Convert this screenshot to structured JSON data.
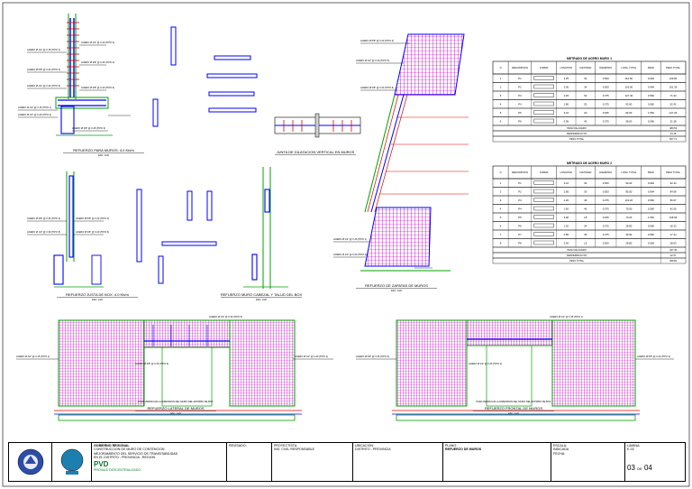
{
  "drawing": {
    "title": "REFUERZO DE MUROS",
    "details": [
      {
        "id": "d1",
        "caption": "REFUERZO PARA MUROS: 4.0 Kb/m",
        "scale": "ESC: 1/20"
      },
      {
        "id": "d2",
        "caption": "JUNTA DE DILATACION VERTICAL EN MUROS",
        "scale": ""
      },
      {
        "id": "d3",
        "caption": "REFUERZO DE ZAPATAS DE MUROS",
        "scale": "ESC: 1/20"
      },
      {
        "id": "d4",
        "caption": "REFUERZO JUSTA DE BOX: 4.0 Kb/m",
        "scale": "ESC: 1/20"
      },
      {
        "id": "d5",
        "caption": "REFUERZO MURO CABEZAL Y TALUD DEL BOX",
        "scale": "ESC: 1/20"
      },
      {
        "id": "d6",
        "caption": "REFUERZO LATERAL DE MUROS",
        "scale": "ESC: 1/20",
        "note": "PARA VERIFICAR LA DIMENSION DEL MURO DEL ESTRIBO DE BOX"
      },
      {
        "id": "d7",
        "caption": "REFUERZO FRONTAL DE MUROS",
        "scale": "ESC: 1/20",
        "note": "PARA VERIFICAR LA DIMENSION DEL MURO DEL ESTRIBO DE BOX"
      }
    ],
    "bar_labels": [
      "ACERO Ø 1/2\" @ 0.15 (TIPO 1)",
      "ACERO Ø 1/2\" @ 0.20 (TIPO 2)",
      "ACERO Ø 3/8\" @ 0.25 (TIPO 3)",
      "ACERO Ø 5/8\" @ 0.20 (TIPO 4)",
      "ACERO Ø 1/2\" @ 0.30 (TIPO 5)",
      "ACERO Ø 3/8\" @ 0.20 (TIPO 6)"
    ]
  },
  "table1": {
    "title": "METRADO DE ACERO MURO 1",
    "headers": [
      "N",
      "DESCRIPCION",
      "FORMA",
      "LONGITUD",
      "CANTIDAD",
      "DIAMETRO",
      "LONG. TOTAL",
      "PESO",
      "PESO TOTAL"
    ],
    "rows": [
      [
        "1",
        "P1",
        "",
        "3.25",
        "34",
        "0.500",
        "110.50",
        "0.994",
        "109.84"
      ],
      [
        "2",
        "P2",
        "",
        "3.00",
        "34",
        "0.500",
        "102.00",
        "0.994",
        "101.39"
      ],
      [
        "3",
        "P3",
        "",
        "2.45",
        "52",
        "0.375",
        "127.40",
        "0.560",
        "71.34"
      ],
      [
        "4",
        "P4",
        "",
        "1.80",
        "52",
        "0.375",
        "93.60",
        "0.560",
        "52.42"
      ],
      [
        "5",
        "P5",
        "",
        "4.10",
        "20",
        "0.625",
        "82.00",
        "1.552",
        "127.26"
      ],
      [
        "6",
        "P6",
        "",
        "0.95",
        "40",
        "0.375",
        "38.00",
        "0.560",
        "21.28"
      ]
    ],
    "totals": [
      [
        "PESO DE ACERO",
        "483.53"
      ],
      [
        "DESPERDICIO 5%",
        "24.18"
      ],
      [
        "PESO TOTAL",
        "507.71"
      ]
    ]
  },
  "table2": {
    "title": "METRADO DE ACERO MURO 2",
    "headers": [
      "N",
      "DESCRIPCION",
      "FORMA",
      "LONGITUD",
      "CANTIDAD",
      "DIAMETRO",
      "LONG. TOTAL",
      "PESO",
      "PESO TOTAL"
    ],
    "rows": [
      [
        "1",
        "P1",
        "",
        "3.10",
        "30",
        "0.500",
        "93.00",
        "0.994",
        "92.44"
      ],
      [
        "2",
        "P2",
        "",
        "2.85",
        "30",
        "0.500",
        "85.50",
        "0.994",
        "84.99"
      ],
      [
        "3",
        "P3",
        "",
        "2.20",
        "46",
        "0.375",
        "101.20",
        "0.560",
        "56.67"
      ],
      [
        "4",
        "P4",
        "",
        "1.65",
        "46",
        "0.375",
        "75.90",
        "0.560",
        "42.50"
      ],
      [
        "5",
        "P5",
        "",
        "3.90",
        "18",
        "0.625",
        "70.20",
        "1.552",
        "108.95"
      ],
      [
        "6",
        "P6",
        "",
        "1.20",
        "24",
        "0.375",
        "28.80",
        "0.560",
        "16.13"
      ],
      [
        "7",
        "P7",
        "",
        "0.85",
        "36",
        "0.375",
        "30.60",
        "0.560",
        "17.14"
      ],
      [
        "8",
        "P8",
        "",
        "2.40",
        "12",
        "0.500",
        "28.80",
        "0.994",
        "28.63"
      ]
    ],
    "totals": [
      [
        "PESO DE ACERO",
        "447.45"
      ],
      [
        "DESPERDICIO 5%",
        "22.37"
      ],
      [
        "PESO TOTAL",
        "469.82"
      ]
    ]
  },
  "title_block": {
    "entity": "GOBIERNO REGIONAL",
    "project_lines": [
      "CONSTRUCCION DE MURO DE CONTENCION",
      "MEJORAMIENTO DEL SERVICIO DE TRANSITABILIDAD",
      "EN EL DISTRITO - PROVINCIA - REGION"
    ],
    "program": "PVD",
    "program_sub": "PROVIAS DESCENTRALIZADO",
    "reviewer_label": "REVISADO:",
    "designer_label": "PROYECTISTA:",
    "designer": "ING. CIVIL RESPONSABLE",
    "plan_label": "PLANO:",
    "plan_title": "REFUERZO DE MUROS",
    "location_label": "UBICACION:",
    "location": "DISTRITO - PROVINCIA",
    "scale_label": "ESCALA:",
    "scale": "INDICADA",
    "date_label": "FECHA:",
    "sheet_label": "LAMINA:",
    "sheet_code": "E-03",
    "sheet_no": "03",
    "sheet_of": "DE",
    "sheet_total": "04"
  }
}
